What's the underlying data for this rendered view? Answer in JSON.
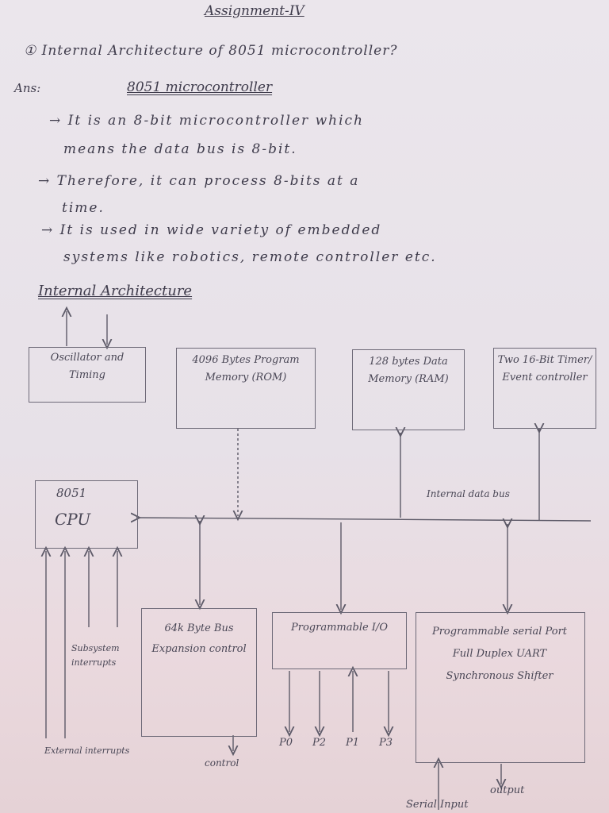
{
  "title": "Assignment-IV",
  "question": "① Internal Architecture of 8051 microcontroller?",
  "answer_label": "Ans:",
  "answer_heading": "8051 microcontroller",
  "points": [
    "→ It is an 8-bit microcontroller which",
    "means the data bus is 8-bit.",
    "→ Therefore, it can process 8-bits at a",
    "time.",
    "→ It is used in wide variety of embedded",
    "systems like robotics, remote controller etc."
  ],
  "section_heading": "Internal Architecture",
  "diagram": {
    "oscillator": "Oscillator and Timing",
    "program_memory": "4096 Bytes Program Memory (ROM)",
    "data_memory": "128 bytes Data Memory (RAM)",
    "timer": "Two 16-Bit Timer/ Event controller",
    "cpu_line1": "8051",
    "cpu_line2": "CPU",
    "internal_bus": "Internal data bus",
    "expansion": "64k Byte Bus Expansion control",
    "io": "Programmable I/O",
    "serial": "Programmable serial Port Full Duplex UART Synchronous Shifter",
    "subsystem_interrupts": "Subsystem interrupts",
    "external_interrupts": "External interrupts",
    "control": "control",
    "ports": [
      "P0",
      "P2",
      "P1",
      "P3"
    ],
    "output": "output",
    "serial_input": "Serial Input"
  }
}
